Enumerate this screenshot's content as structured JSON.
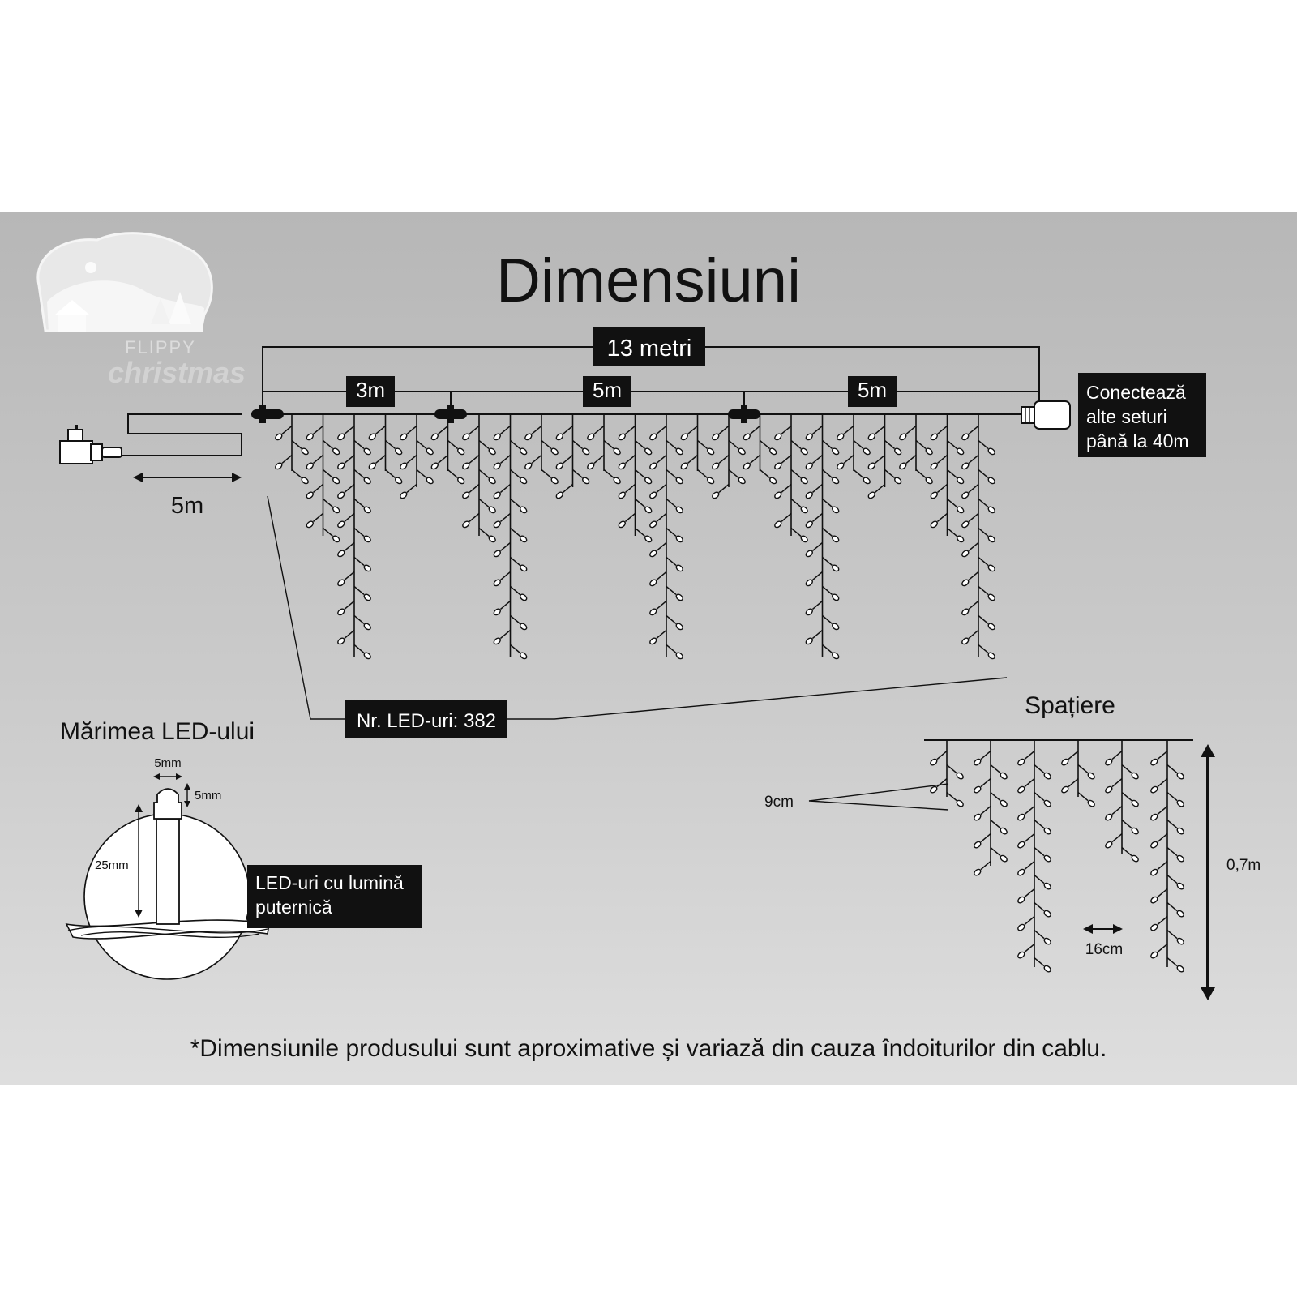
{
  "title": "Dimensiuni",
  "logo": {
    "line1": "FLIPPY",
    "line2": "christmas"
  },
  "dimensions": {
    "total_length": "13 metri",
    "segment_1": "3m",
    "segment_2": "5m",
    "segment_3": "5m",
    "lead_cable": "5m"
  },
  "connect_note": {
    "line1": "Conectează",
    "line2": "alte seturi",
    "line3": "până la 40m"
  },
  "led_count": "Nr. LED-uri: 382",
  "led_size": {
    "heading": "Mărimea LED-ului",
    "width": "5mm",
    "height": "5mm",
    "length": "25mm",
    "note_line1": "LED-uri cu lumină",
    "note_line2": "puternică"
  },
  "spacing": {
    "heading": "Spațiere",
    "vertical": "9cm",
    "horizontal": "16cm",
    "drop": "0,7m"
  },
  "disclaimer": "*Dimensiunile produsului sunt aproximative și variază din cauza îndoiturilor din cablu.",
  "colors": {
    "ink": "#111111",
    "label_bg": "#111111",
    "label_text": "#ffffff",
    "panel": "#c4c4c4"
  }
}
